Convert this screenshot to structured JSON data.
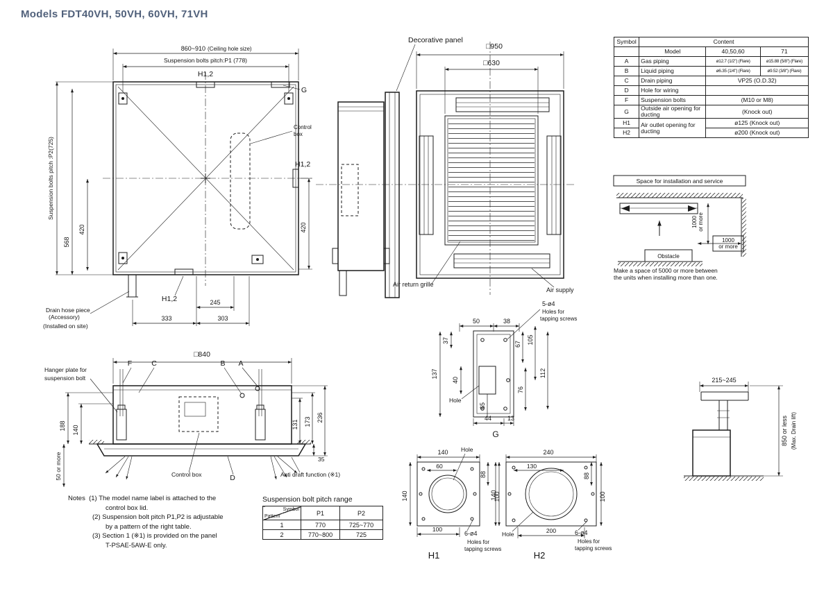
{
  "title": "Models  FDT40VH, 50VH, 60VH, 71VH",
  "colors": {
    "title_text": "#51617b",
    "line": "#1c1c1c",
    "background": "#ffffff"
  },
  "plan_view": {
    "dim_ceiling": "860~910",
    "ceiling_note": "(Ceiling hole size)",
    "dim_p1": "Suspension bolts pitch:P1 (778)",
    "h12_top": "H1,2",
    "g": "G",
    "control_box_1": "Control",
    "control_box_2": "box",
    "h12_right": "H1,2",
    "dim_p2": "Suspension bolts pitch :P2(725)",
    "dim_568": "568",
    "dim_420l": "420",
    "dim_420r": "420",
    "h12_bottom": "H1,2",
    "dim_245": "245",
    "dim_333": "333",
    "dim_303": "303",
    "drain_1": "Drain hose piece",
    "drain_2": "(Accessory)",
    "drain_3": "(Installed on site)"
  },
  "panel_view": {
    "decorative": "Decorative panel",
    "dim_950": "□950",
    "dim_630": "□630",
    "air_return": "Air return grille",
    "air_supply": "Air supply"
  },
  "spec_table": {
    "h_symbol": "Symbol",
    "h_content": "Content",
    "h_model": "Model",
    "h_40": "40,50,60",
    "h_71": "71",
    "a_sym": "A",
    "a_name": "Gas piping",
    "a_v1": "ø12.7 (1/2\") (Flare)",
    "a_v2": "ø15.88 (5/8\") (Flare)",
    "b_sym": "B",
    "b_name": "Liquid piping",
    "b_v1": "ø6.35 (1/4\") (Flare)",
    "b_v2": "ø9.52 (3/8\") (Flare)",
    "c_sym": "C",
    "c_name": "Drain piping",
    "c_v": "VP25 (O.D.32)",
    "d_sym": "D",
    "d_name": "Hole for wiring",
    "d_v": "",
    "f_sym": "F",
    "f_name": "Suspension bolts",
    "f_v": "(M10 or M8)",
    "g_sym": "G",
    "g_name": "Outside air opening for ducting",
    "g_v": "(Knock out)",
    "h1_sym": "H1",
    "h12_name": "Air outlet opening for ducting",
    "h1_v": "ø125 (Knock out)",
    "h2_sym": "H2",
    "h2_v": "ø200 (Knock out)"
  },
  "space": {
    "title": "Space for installation and service",
    "dim_v1": "1000",
    "dim_v2": "or more",
    "dim_h1": "1000",
    "dim_h2": "or more",
    "obstacle": "Obstacle",
    "note1": "Make a space of 5000 or more between",
    "note2": "the units when installing more than one."
  },
  "section_view": {
    "dim_840": "□840",
    "hanger_1": "Hanger plate for",
    "hanger_2": "suspension bolt",
    "f": "F",
    "c": "C",
    "b": "B",
    "a": "A",
    "dim_188": "188",
    "dim_140": "140",
    "dim_50": "50 or more",
    "dim_236": "236",
    "dim_173": "173",
    "dim_131": "131",
    "dim_35": "35",
    "control_box": "Control box",
    "d": "D",
    "anti_draft": "Anti draft function (※1)"
  },
  "notes": {
    "label": "Notes",
    "l1": "(1) The model name label is attached to the",
    "l2": "control box lid.",
    "l3": "(2) Suspension bolt pitch P1,P2 is adjustable",
    "l4": "by a pattern of the right table.",
    "l5": "(3) Section 1 (※1) is provided on the panel",
    "l6": "T-PSAE-5AW-E only."
  },
  "pitch_table": {
    "title": "Suspension bolt pitch range",
    "h_symbol": "Symbol",
    "h_pattern": "Pattern",
    "h_p1": "P1",
    "h_p2": "P2",
    "r1_pattern": "1",
    "r1_p1": "770",
    "r1_p2": "725~770",
    "r2_pattern": "2",
    "r2_p1": "770~800",
    "r2_p2": "725"
  },
  "detail_g": {
    "screws_1": "5-ø4",
    "screws_2": "Holes for",
    "screws_3": "tapping screws",
    "d50": "50",
    "d38": "38",
    "d37": "37",
    "d67": "67",
    "d105": "105",
    "d137": "137",
    "d40": "40",
    "d112": "112",
    "d76": "76",
    "hole": "Hole",
    "d65": "65",
    "d44": "44",
    "d13": "13",
    "label": "G"
  },
  "detail_h1": {
    "d140_top": "140",
    "hole": "Hole",
    "d60": "60",
    "d88": "88",
    "d140_left": "140",
    "d100_right": "100",
    "d100_bottom": "100",
    "screws_1": "6-ø4",
    "screws_2": "Holes for",
    "screws_3": "tapping screws",
    "label": "H1"
  },
  "detail_h2": {
    "d240": "240",
    "d130": "130",
    "d88": "88",
    "d140_left": "140",
    "d100_right": "100",
    "hole": "Hole",
    "d200": "200",
    "screws_1": "6-ø4",
    "screws_2": "Holes for",
    "screws_3": "tapping screws",
    "label": "H2"
  },
  "drain_view": {
    "dim_pipe": "215~245",
    "dim_lift": "850 or less",
    "max_lift": "(Max. Drain lift)"
  }
}
